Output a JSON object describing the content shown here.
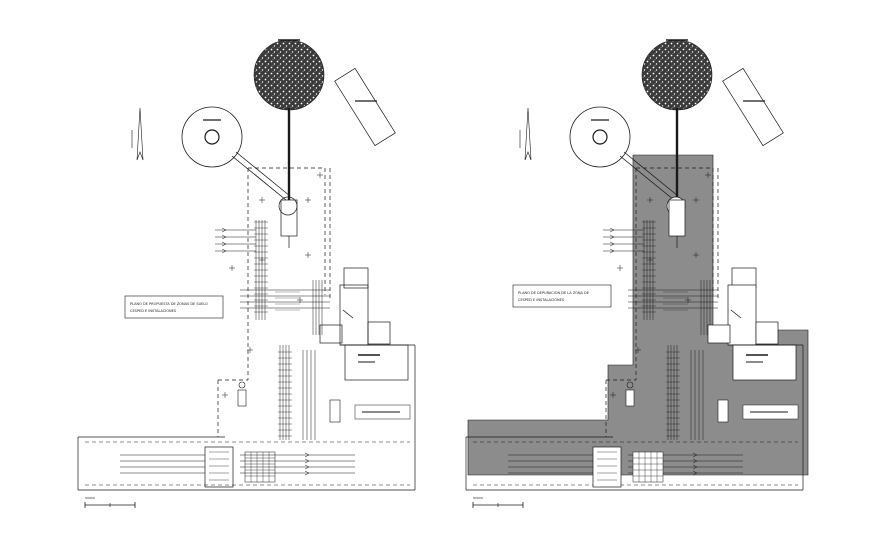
{
  "background_color": "#ffffff",
  "line_color": "#1a1a1a",
  "fill_color": "#8c8c8c",
  "drawings": [
    {
      "id": "left",
      "filled": false,
      "note_lines": [
        "PLANO DE PROPUESTA DE ZONAS DE SUELO",
        "CESPED E INSTALACIONES"
      ]
    },
    {
      "id": "right",
      "filled": true,
      "note_lines": [
        "PLANO DE DEPURACION DE LA ZONA DE",
        "CESPED E INSTALACIONES"
      ]
    }
  ],
  "icons": [
    "north-arrow-icon",
    "tree-icon",
    "circular-tank-icon",
    "scale-bar-icon"
  ]
}
